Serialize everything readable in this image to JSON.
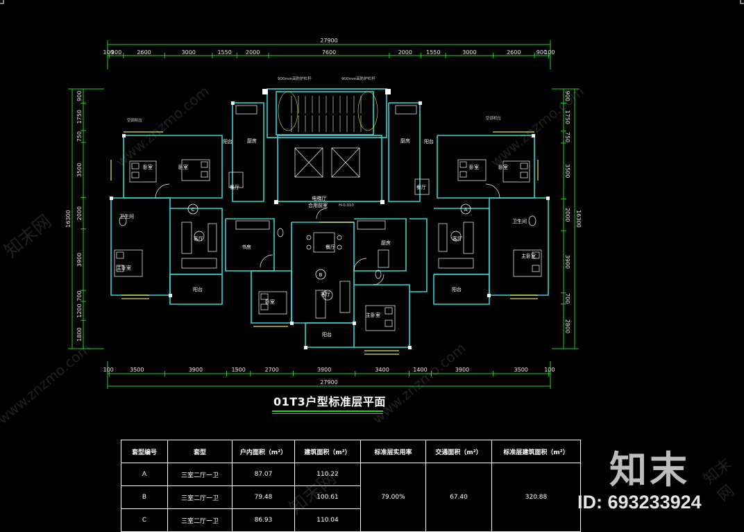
{
  "drawing": {
    "title": "01T3户型标准层平面",
    "overall_dimension_top": "27900",
    "overall_dimension_bottom": "27900",
    "top_dims": [
      "100",
      "900",
      "2600",
      "3000",
      "1550",
      "2000",
      "7600",
      "2000",
      "1550",
      "3000",
      "2600",
      "900",
      "100"
    ],
    "bottom_dims": [
      "100",
      "3500",
      "3900",
      "1500",
      "2700",
      "3900",
      "3400",
      "1400",
      "3900",
      "3500",
      "100"
    ],
    "left_dims": [
      "900",
      "1750",
      "750",
      "3500",
      "2000",
      "3900",
      "700",
      "1200",
      "1800"
    ],
    "left_total": "16300",
    "right_dims": [
      "900",
      "1750",
      "750",
      "3500",
      "2000",
      "3900",
      "700",
      "2800"
    ],
    "right_total": "16300",
    "lobby_label": "电梯厅",
    "lobby_sub": "合用前室",
    "elevation_mark": "H-0.010",
    "unit_markers": [
      "C",
      "B",
      "A"
    ],
    "rooms": {
      "kitchen": "厨房",
      "balcony": "阳台",
      "bedroom": "卧室",
      "master_bedroom": "主卧室",
      "living": "客厅",
      "dining": "餐厅",
      "toilet": "卫生间",
      "study": "书房"
    },
    "annotations": [
      "900mm高防护栏杆",
      "900mm高防护栏杆",
      "空调机位"
    ]
  },
  "table": {
    "headers": [
      "套型编号",
      "套型",
      "户内面积（m²）",
      "建筑面积（m²）",
      "标准层实用率",
      "交通面积（m²）",
      "标准层建筑面积（m²）"
    ],
    "rows": [
      {
        "code": "A",
        "type": "三室二厅一卫",
        "inner": "87.07",
        "gross": "110.22"
      },
      {
        "code": "B",
        "type": "三室二厅一卫",
        "inner": "79.48",
        "gross": "100.61"
      },
      {
        "code": "C",
        "type": "三室二厅一卫",
        "inner": "86.93",
        "gross": "110.04"
      }
    ],
    "ratio": "79.00%",
    "traffic": "67.40",
    "floor_total": "320.88"
  },
  "watermark": {
    "logo_text": "知末",
    "id_text": "ID: 693233924",
    "url_text": "www.znzmo.com",
    "site_text": "知末网"
  },
  "colors": {
    "background": "#000000",
    "dimension": "#1fd61f",
    "wall": "#3ad3d3",
    "furniture": "#ffffff",
    "accent": "#e8e846"
  }
}
